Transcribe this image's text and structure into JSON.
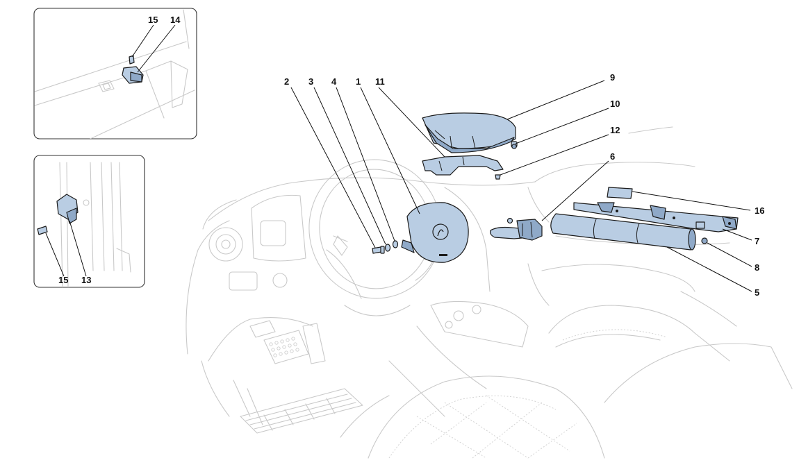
{
  "colors": {
    "part_fill": "#b9cde3",
    "part_fill_dark": "#8fa9c8",
    "ghost_line": "#c9c9c9",
    "label": "#111111"
  },
  "callouts": {
    "c1": "1",
    "c2": "2",
    "c3": "3",
    "c4": "4",
    "c5": "5",
    "c6": "6",
    "c7": "7",
    "c8": "8",
    "c9": "9",
    "c10": "10",
    "c11": "11",
    "c12": "12",
    "c16": "16",
    "inset_top_15": "15",
    "inset_top_14": "14",
    "inset_bottom_15": "15",
    "inset_bottom_13": "13"
  }
}
